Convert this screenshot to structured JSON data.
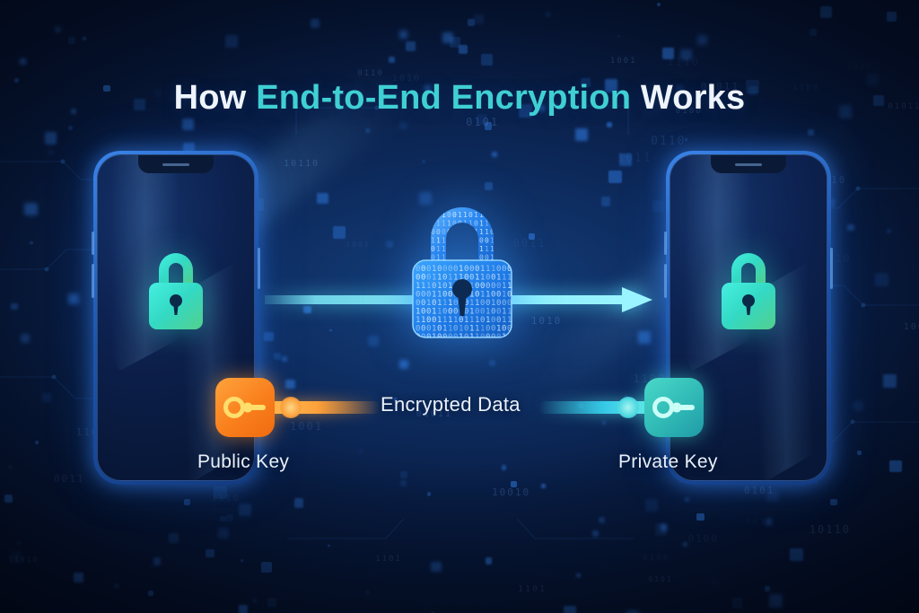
{
  "title": {
    "prefix": "How ",
    "accent": "End-to-End Encryption",
    "suffix": " Works",
    "accent_color": "#3fd0d4",
    "base_color": "#eef4fb"
  },
  "diagram": {
    "type": "end-to-end-encryption-flow",
    "direction": "left-to-right",
    "sender": {
      "device": "smartphone",
      "lock_icon": "padlock-icon",
      "lock_color": "#3ddbc6",
      "key_badge": "key-icon",
      "key_color": "#f98a20",
      "label": "Public Key"
    },
    "transit": {
      "lock_icon": "binary-padlock-icon",
      "lock_color": "#2f9dff",
      "arrow_icon": "arrow-right-icon",
      "arrow_color": "#7fe6f5",
      "label": "Encrypted Data"
    },
    "receiver": {
      "device": "smartphone",
      "lock_icon": "padlock-icon",
      "lock_color": "#3ddbc6",
      "key_badge": "key-icon",
      "key_color": "#35c6c2",
      "label": "Private Key"
    }
  },
  "background": {
    "style": "dark-navy-digital-particles",
    "base_color": "#081c42",
    "particle_color": "#2f7ae0",
    "binary_strings": [
      "10110",
      "1011",
      "0101",
      "11010",
      "1101",
      "0011",
      "10010",
      "0110",
      "1001",
      "11001",
      "0100",
      "1110",
      "01011",
      "1010",
      "0010",
      "1100"
    ]
  }
}
